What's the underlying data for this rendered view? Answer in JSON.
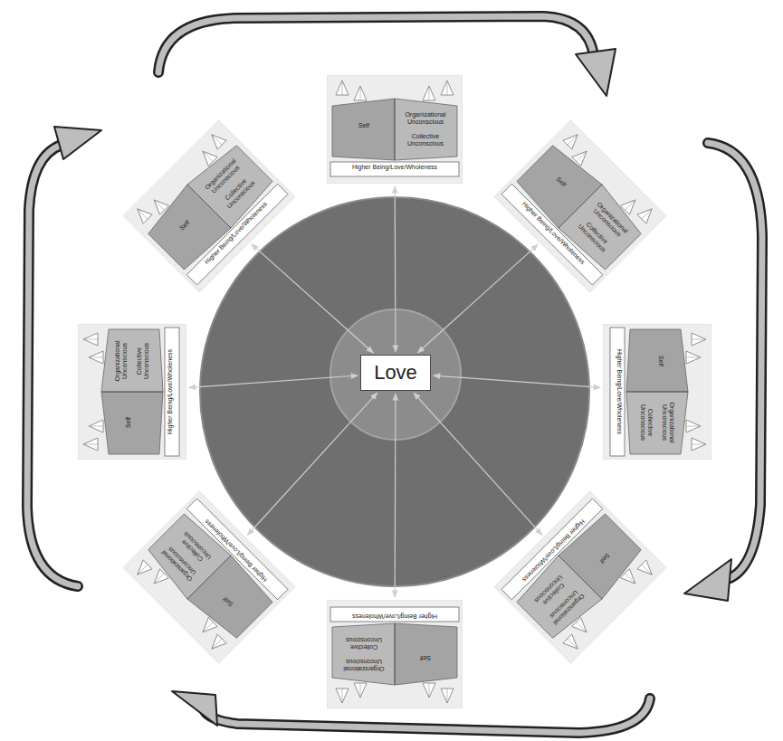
{
  "diagram": {
    "nodes": [
      {
        "text": [
          "Love"
        ]
      },
      {
        "text": [
          "Higher Being/Love/Wholeness",
          "Self",
          "Organizational Unconscious",
          "Collective Unconscious"
        ]
      },
      {
        "text": [
          "Higher Being/Love/Wholeness",
          "Self",
          "Organizational Unconscious",
          "Collective Unconscious"
        ]
      },
      {
        "text": [
          "Higher Being/Love/Wholeness",
          "Self",
          "Organizational Unconscious",
          "Collective Unconscious"
        ]
      },
      {
        "text": [
          "Higher Being/Love/Wholeness",
          "Self",
          "Organizational Unconscious",
          "Collective Unconscious"
        ]
      },
      {
        "text": [
          "Higher Being/Love/Wholeness",
          "Self",
          "Organizational Unconscious",
          "Collective Unconscious"
        ]
      },
      {
        "text": [
          "Higher Being/Love/Wholeness",
          "Self",
          "Organizational Unconscious",
          "Collective Unconscious"
        ]
      },
      {
        "text": [
          "Higher Being/Love/Wholeness",
          "Self",
          "Organizational Unconscious",
          "Collective Unconscious"
        ]
      },
      {
        "text": [
          "Higher Being/Love/Wholeness",
          "Self",
          "Organizational Unconscious",
          "Collective Unconscious"
        ]
      }
    ],
    "edges": [
      {
        "from": 0,
        "to": 1,
        "arrow": "both"
      },
      {
        "from": 0,
        "to": 2,
        "arrow": "both"
      },
      {
        "from": 0,
        "to": 3,
        "arrow": "both"
      },
      {
        "from": 0,
        "to": 4,
        "arrow": "both"
      },
      {
        "from": 0,
        "to": 5,
        "arrow": "both"
      },
      {
        "from": 0,
        "to": 6,
        "arrow": "both"
      },
      {
        "from": 0,
        "to": 7,
        "arrow": "both"
      },
      {
        "from": 0,
        "to": 8,
        "arrow": "both"
      }
    ]
  }
}
